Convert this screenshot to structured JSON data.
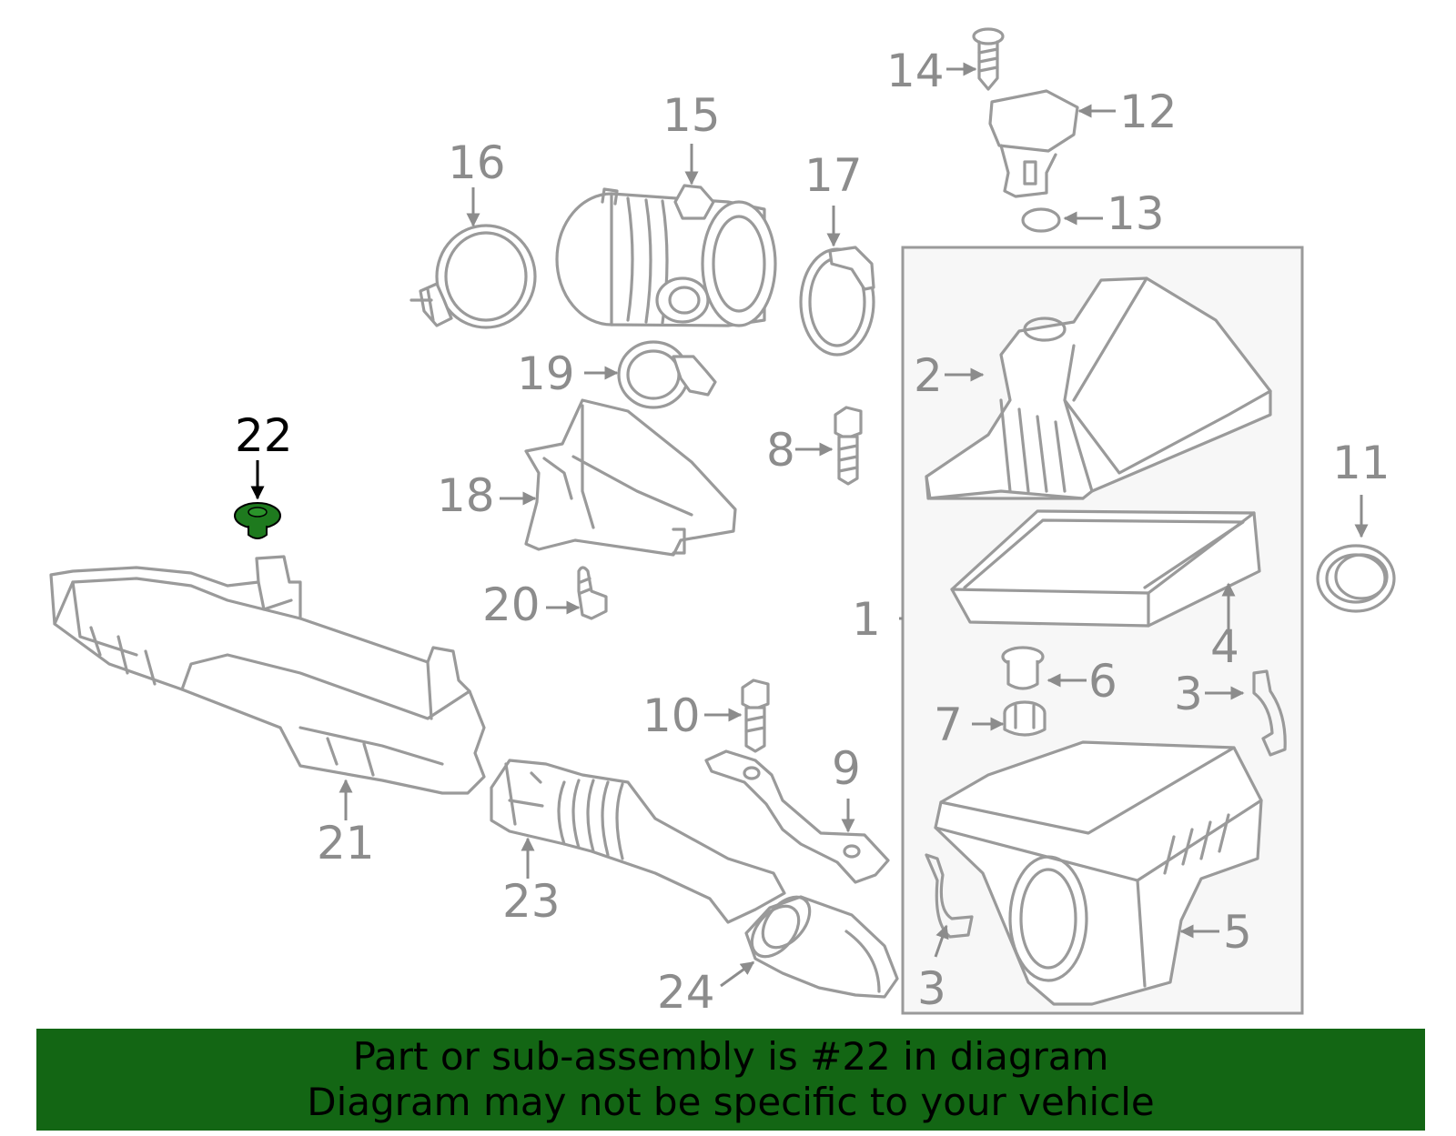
{
  "callouts": {
    "c1": "1",
    "c2": "2",
    "c3a": "3",
    "c3b": "3",
    "c4": "4",
    "c5": "5",
    "c6": "6",
    "c7": "7",
    "c8": "8",
    "c9": "9",
    "c10": "10",
    "c11": "11",
    "c12": "12",
    "c13": "13",
    "c14": "14",
    "c15": "15",
    "c16": "16",
    "c17": "17",
    "c18": "18",
    "c19": "19",
    "c20": "20",
    "c21": "21",
    "c22": "22",
    "c23": "23",
    "c24": "24"
  },
  "highlighted_part": "22",
  "colors": {
    "highlight": "#1e7a1e",
    "banner": "#136614",
    "line_art": "#9a9a9a"
  },
  "banner": {
    "line1": "Part or sub-assembly is #22 in diagram",
    "line2": "Diagram may not be specific to your vehicle"
  }
}
